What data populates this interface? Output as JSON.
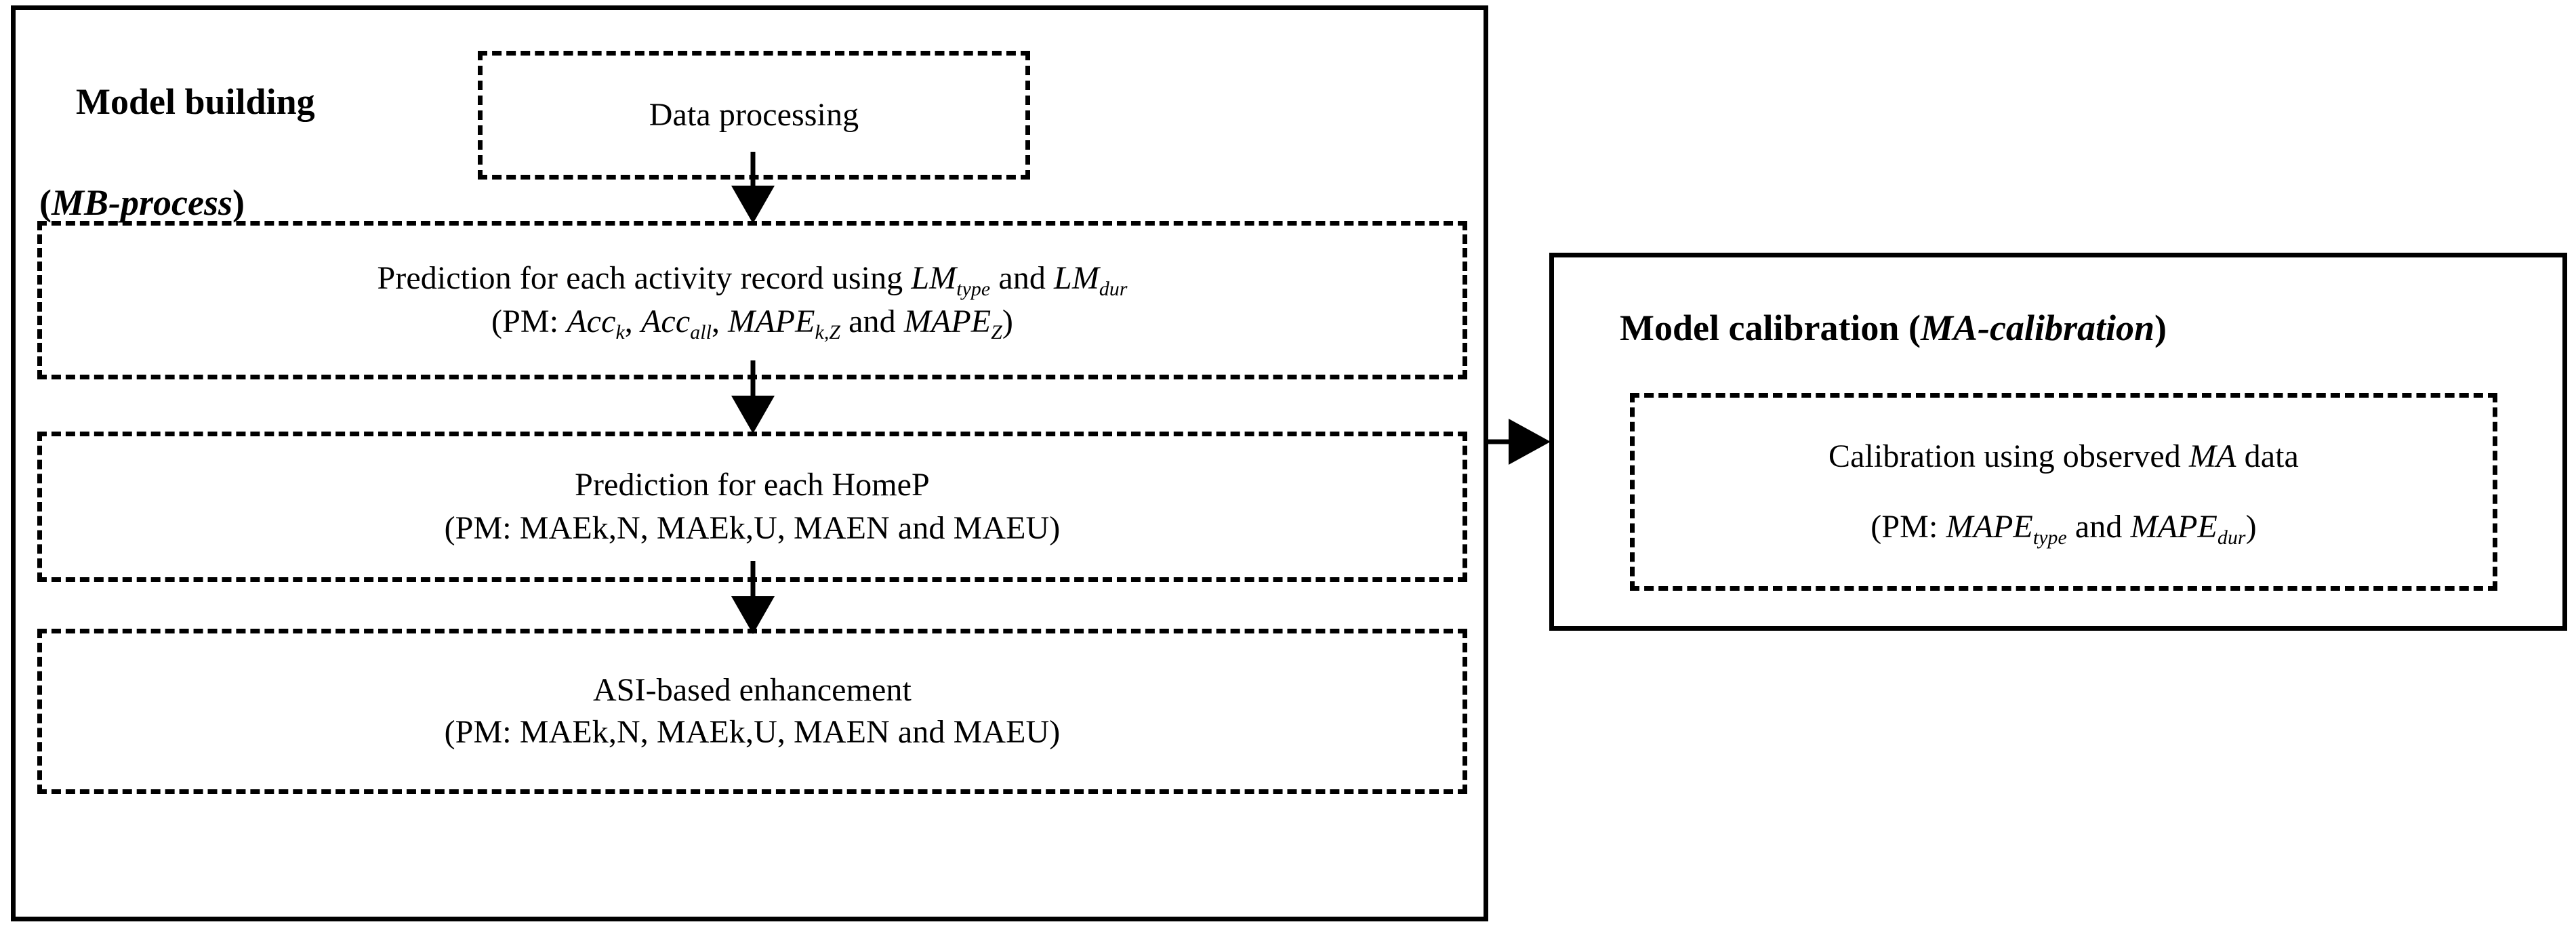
{
  "diagram": {
    "title": "Model building and model calibration process flow",
    "colors": {
      "stroke": "#000000",
      "background": "#ffffff",
      "text": "#000000"
    },
    "panels": {
      "model_building": {
        "heading_line1": "Model building",
        "heading_line2_open": "(",
        "heading_line2_italic": "MB-process",
        "heading_line2_close": ")"
      },
      "model_calibration": {
        "heading_prefix": "Model calibration (",
        "heading_italic": "MA-calibration",
        "heading_suffix": ")"
      }
    },
    "boxes": {
      "data_processing": {
        "label": "Data processing"
      },
      "prediction_activity_record": {
        "line1_part1": "Prediction for each activity record using ",
        "line1_lm_type_base": "LM",
        "line1_lm_type_sub": "type",
        "line1_and": " and ",
        "line1_lm_dur_base": "LM",
        "line1_lm_dur_sub": "dur",
        "line2_prefix": "(PM: ",
        "line2_acc_k_base": "Acc",
        "line2_acc_k_sub": "k",
        "line2_sep1": ", ",
        "line2_acc_all_base": "Acc",
        "line2_acc_all_sub": "all",
        "line2_sep2": ", ",
        "line2_mape_kz_base": "MAPE",
        "line2_mape_kz_sub": "k,Z",
        "line2_and": " and ",
        "line2_mape_z_base": "MAPE",
        "line2_mape_z_sub": "Z",
        "line2_suffix": ")"
      },
      "prediction_homep": {
        "line1": "Prediction for each HomeP",
        "line2": "(PM: MAEk,N, MAEk,U, MAEN and MAEU)"
      },
      "asi_enhancement": {
        "line1": "ASI-based enhancement",
        "line2": "(PM: MAEk,N, MAEk,U, MAEN and MAEU)"
      },
      "calibration": {
        "line1_prefix": "Calibration using observed ",
        "line1_italic": "MA",
        "line1_suffix": " data",
        "line2_prefix": "(PM: ",
        "line2_mape_type_base": "MAPE",
        "line2_mape_type_sub": "type",
        "line2_and": " and ",
        "line2_mape_dur_base": "MAPE",
        "line2_mape_dur_sub": "dur",
        "line2_suffix": ")"
      }
    },
    "arrows": [
      {
        "name": "data-processing-to-prediction",
        "direction": "down"
      },
      {
        "name": "prediction-record-to-homep",
        "direction": "down"
      },
      {
        "name": "homep-to-asi",
        "direction": "down"
      },
      {
        "name": "model-building-to-calibration",
        "direction": "right"
      }
    ]
  }
}
